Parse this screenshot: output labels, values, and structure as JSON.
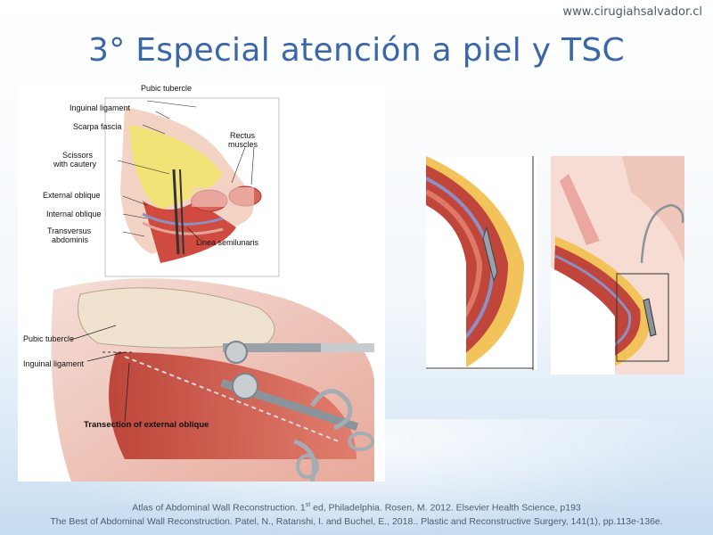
{
  "header": {
    "url": "www.cirugiahsalvador.cl",
    "title": "3° Especial atención a piel y TSC"
  },
  "figure_left": {
    "inset_labels": {
      "pubic_tubercle": "Pubic tubercle",
      "inguinal_ligament": "Inguinal ligament",
      "scarpa_fascia": "Scarpa fascia",
      "scissors_line1": "Scissors",
      "scissors_line2": "with cautery",
      "external_oblique": "External oblique",
      "internal_oblique": "Internal oblique",
      "transversus_line1": "Transversus",
      "transversus_line2": "abdominis",
      "rectus_line1": "Rectus",
      "rectus_line2": "muscles",
      "linea_semilunaris": "Linea semilunaris"
    },
    "main_labels": {
      "pubic_tubercle": "Pubic tubercle",
      "inguinal_ligament": "Inguinal ligament",
      "transection": "Transection of external oblique"
    }
  },
  "references": {
    "ref1_pre": "Atlas of Abdominal Wall Reconstruction. 1",
    "ref1_sup": "st",
    "ref1_post": " ed, Philadelphia. Rosen, M. 2012. Elsevier Health Science, p193",
    "ref2": "The Best of Abdominal Wall Reconstruction. Patel, N., Ratanshi, I. and Buchel, E., 2018.. Plastic and Reconstructive Surgery, 141(1), pp.113e-136e."
  },
  "colors": {
    "title": "#3b66a8",
    "muscle": "#c0453b",
    "fat": "#f1c35a",
    "fascia": "#8f8fc4"
  }
}
